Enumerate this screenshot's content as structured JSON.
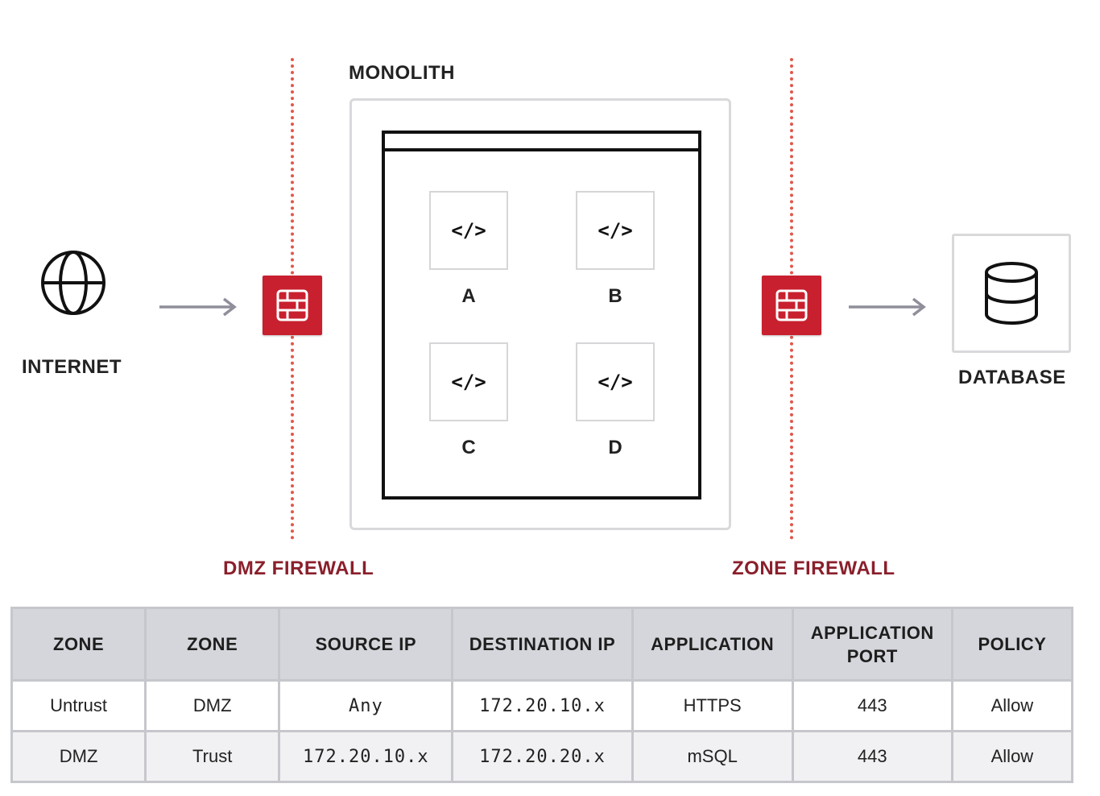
{
  "diagram": {
    "internet_label": "INTERNET",
    "monolith_label": "MONOLITH",
    "database_label": "DATABASE",
    "dmz_firewall_label": "DMZ FIREWALL",
    "zone_firewall_label": "ZONE FIREWALL",
    "services": [
      {
        "code": "</>",
        "label": "A"
      },
      {
        "code": "</>",
        "label": "B"
      },
      {
        "code": "</>",
        "label": "C"
      },
      {
        "code": "</>",
        "label": "D"
      }
    ],
    "colors": {
      "firewall": "#c8202f",
      "firewall_label": "#8a1f2b",
      "boundary_line": "#e0574c",
      "arrow": "#8e8f9a",
      "table_header_bg": "#d5d6db"
    }
  },
  "table": {
    "headers": [
      "ZONE",
      "ZONE",
      "SOURCE IP",
      "DESTINATION IP",
      "APPLICATION",
      "APPLICATION PORT",
      "POLICY"
    ],
    "rows": [
      [
        "Untrust",
        "DMZ",
        "Any",
        "172.20.10.x",
        "HTTPS",
        "443",
        "Allow"
      ],
      [
        "DMZ",
        "Trust",
        "172.20.10.x",
        "172.20.20.x",
        "mSQL",
        "443",
        "Allow"
      ]
    ]
  }
}
